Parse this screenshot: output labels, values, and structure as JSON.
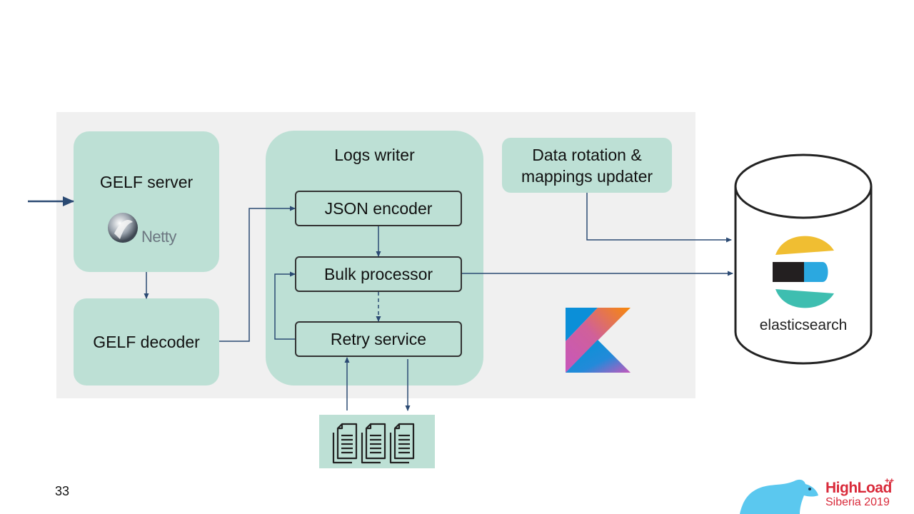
{
  "diagram": {
    "gelf_server": "GELF server",
    "netty_logo_text": "Netty",
    "gelf_decoder": "GELF decoder",
    "logs_writer": "Logs writer",
    "json_encoder": "JSON encoder",
    "bulk_processor": "Bulk processor",
    "retry_service": "Retry service",
    "data_rotation_line1": "Data rotation &",
    "data_rotation_line2": "mappings updater",
    "elasticsearch": "elasticsearch"
  },
  "footer": {
    "page_number": "33",
    "brand_high": "HighLoad",
    "brand_plus": "++",
    "brand_sub": "Siberia 2019"
  },
  "colors": {
    "box_fill": "#bde0d5",
    "panel_bg": "#f0f0f0",
    "arrow": "#2b4a73",
    "brand_red": "#d92a3a"
  }
}
